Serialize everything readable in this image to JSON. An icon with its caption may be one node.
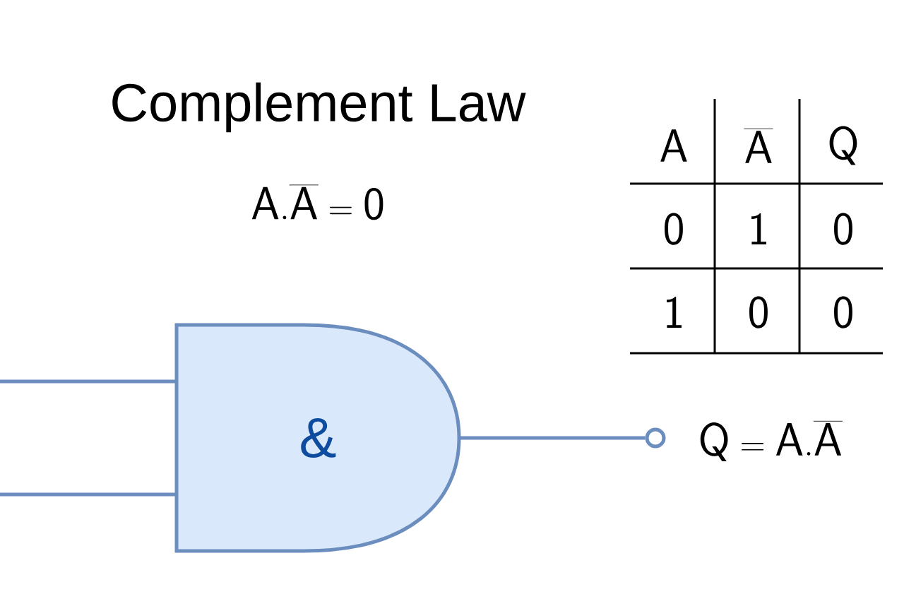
{
  "diagram": {
    "title": "Complement Law",
    "nodes": [
      {
        "text": [
          "&"
        ]
      },
      {
        "text": [],
        "shape": "circle",
        "beside": [
          "\\mathsf{Q} = \\mathsf{A}.\\overline{\\mathsf{A}}"
        ]
      }
    ],
    "edges": [
      {
        "from": null,
        "to": 0,
        "arrow": "none"
      },
      {
        "from": null,
        "to": 0,
        "arrow": "none"
      },
      {
        "from": 0,
        "to": 1,
        "arrow": "none"
      }
    ],
    "labels": [
      "\\mathsf{A}.\\overline{\\mathsf{A}} = \\mathsf{0}",
      "\\mathsf{A}",
      "\\overline{\\mathsf{A}}",
      "\\mathsf{Q}",
      "\\mathsf{0}",
      "\\mathsf{1}",
      "\\mathsf{0}",
      "\\mathsf{1}",
      "\\mathsf{0}",
      "\\mathsf{0}"
    ]
  }
}
